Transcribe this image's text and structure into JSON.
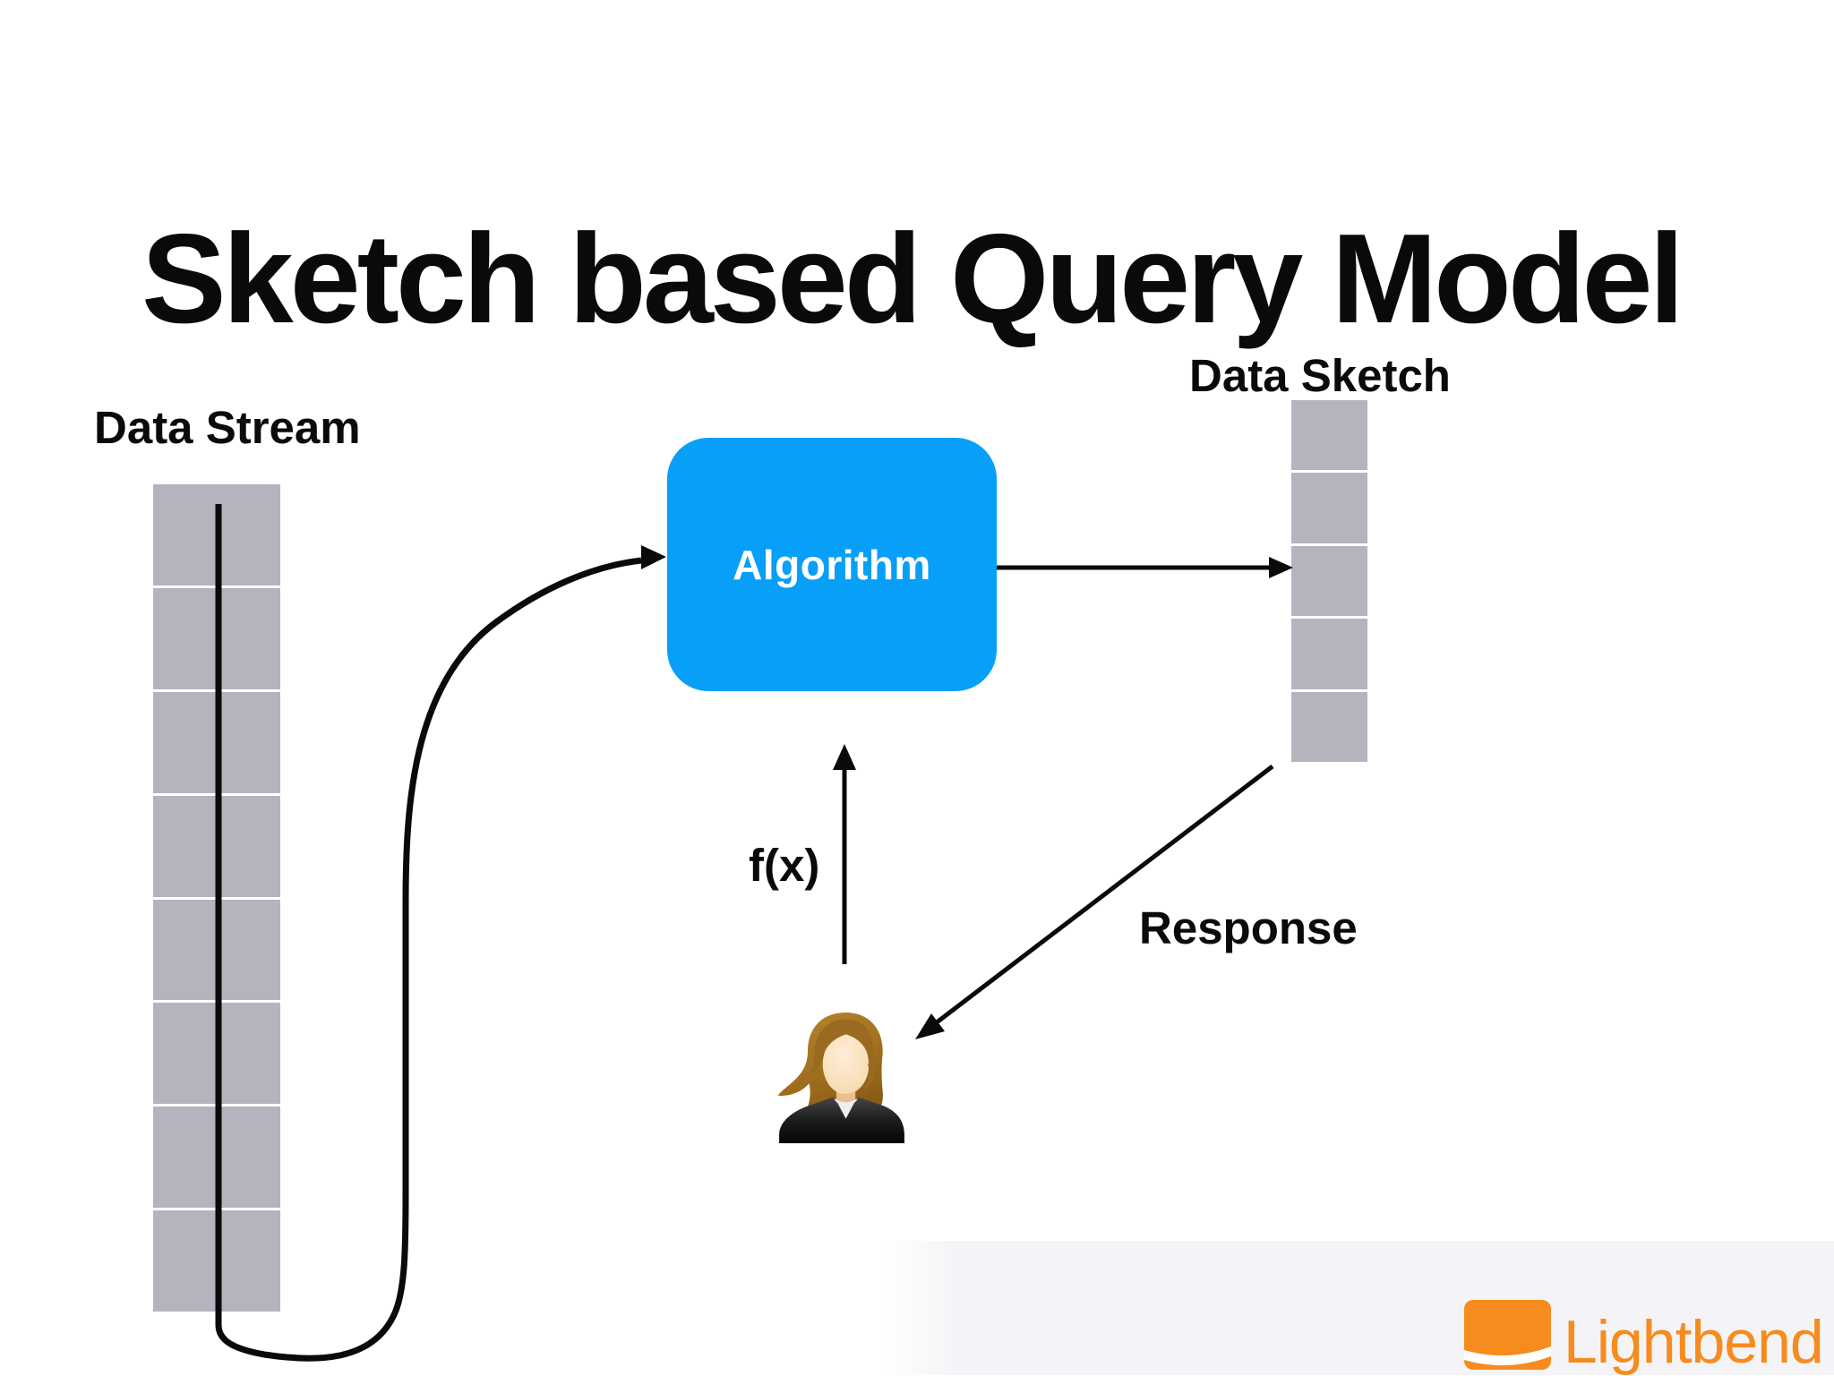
{
  "slide": {
    "title": "Sketch based Query Model"
  },
  "diagram": {
    "data_stream": {
      "label": "Data Stream",
      "segments": 8
    },
    "algorithm": {
      "label": "Algorithm"
    },
    "data_sketch": {
      "label": "Data Sketch",
      "segments": 5
    },
    "query": {
      "function_label": "f(x)"
    },
    "response": {
      "label": "Response"
    },
    "user": {
      "icon": "woman-user-icon"
    }
  },
  "branding": {
    "name": "Lightbend",
    "logo_icon": "lightbend-logo-icon"
  },
  "colors": {
    "ink": "#0a0a0a",
    "cell_gray": "#b5b3be",
    "algorithm_blue": "#089ff8",
    "algorithm_text": "#ffffff",
    "brand_orange": "#f68b1e",
    "background": "#ffffff"
  }
}
